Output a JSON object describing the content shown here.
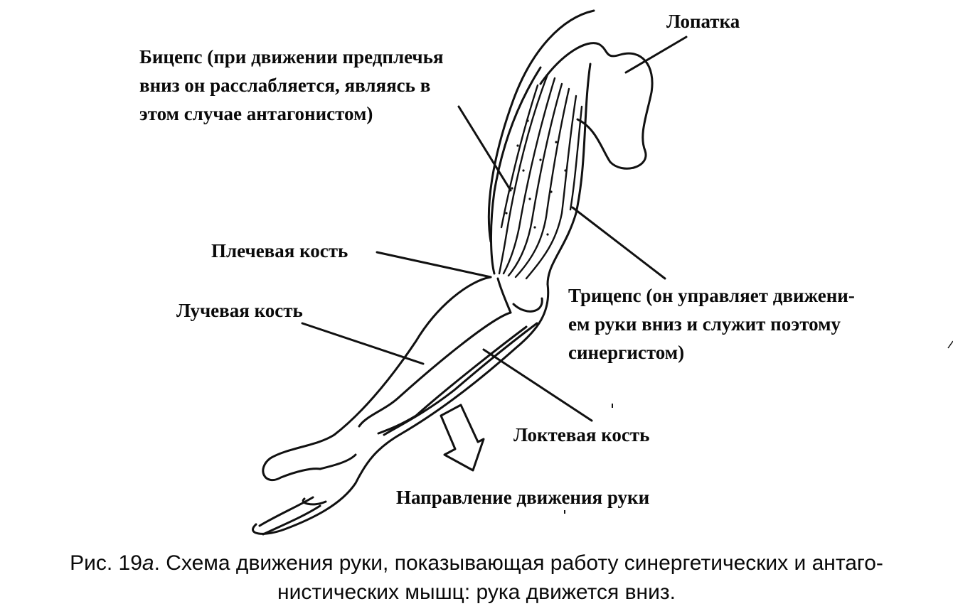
{
  "labels": {
    "scapula": "Лопатка",
    "biceps": [
      "Бицепс (при движении предплечья",
      "вниз он расслабляется, являясь в",
      "этом случае антагонистом)"
    ],
    "humerus": "Плечевая кость",
    "radius": "Лучевая кость",
    "triceps": [
      "Трицепс (он управляет движени-",
      "ем руки вниз и служит поэтому",
      "синергистом)"
    ],
    "ulna": "Локтевая кость",
    "direction": "Направление движения руки"
  },
  "caption": {
    "prefix": "Рис. 19",
    "fig_letter": "а",
    "line1_rest": ". Схема движения руки, показывающая работу синергетических и антаго-",
    "line2": "нистических мышц: рука движется вниз."
  }
}
